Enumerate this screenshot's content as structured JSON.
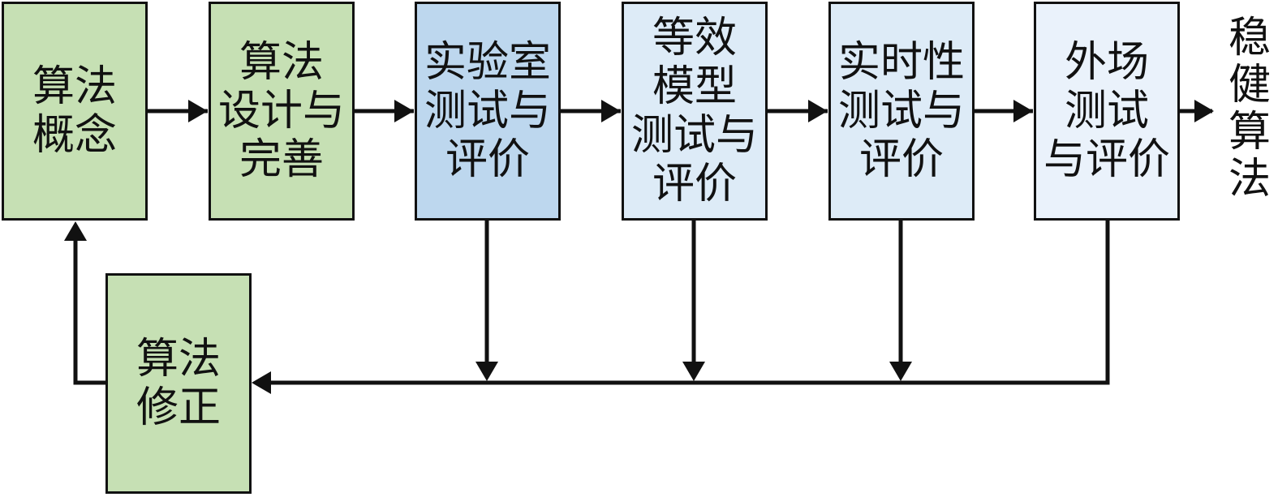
{
  "colors": {
    "green": "#c6e0b4",
    "blue_dark": "#bdd7ee",
    "blue_mid": "#ddebf7",
    "blue_light": "#eaf2fb",
    "line": "#111111"
  },
  "boxes": {
    "concept": {
      "lines": [
        "算法",
        "概念"
      ]
    },
    "design": {
      "lines": [
        "算法",
        "设计与",
        "完善"
      ]
    },
    "lab": {
      "lines": [
        "实验室",
        "测试与",
        "评价"
      ]
    },
    "equiv": {
      "lines": [
        "等效",
        "模型",
        "测试与",
        "评价"
      ]
    },
    "realtime": {
      "lines": [
        "实时性",
        "测试与",
        "评价"
      ]
    },
    "field": {
      "lines": [
        "外场",
        "测试",
        "与评价"
      ]
    },
    "revise": {
      "lines": [
        "算法",
        "修正"
      ]
    }
  },
  "output": {
    "chars": [
      "稳",
      "健",
      "算",
      "法"
    ]
  }
}
